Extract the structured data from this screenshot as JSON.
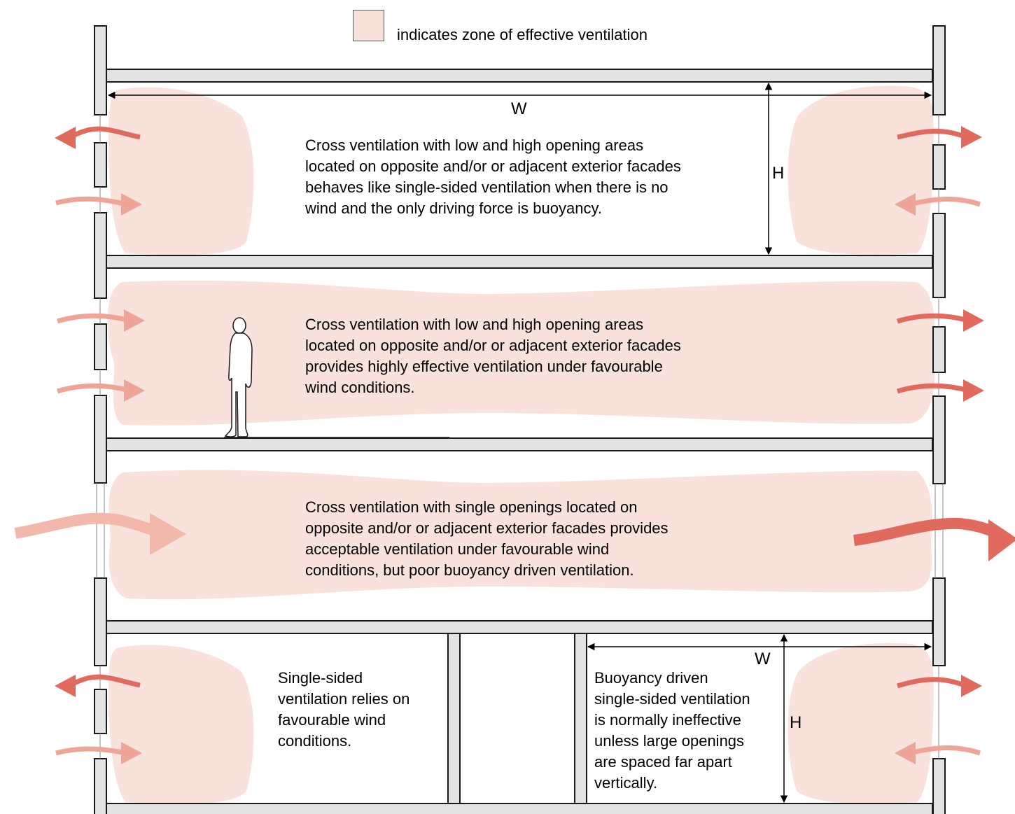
{
  "legend": {
    "swatch_color": "#f9e1dc",
    "label": "indicates zone of effective ventilation"
  },
  "colors": {
    "zone_fill": "#f9e1dc",
    "structure_fill": "#e3e3e3",
    "outflow_arrow": "#e06a5e",
    "inflow_arrow": "#eea496",
    "light_inflow_arrow": "#f3b8ac"
  },
  "floors": [
    {
      "description": "Cross ventilation with low and high opening areas\nlocated on opposite and/or or adjacent exterior facades\nbehaves like single-sided ventilation when there is no\nwind and the only driving force is buoyancy.",
      "dim_width": "W",
      "dim_height": "H"
    },
    {
      "description": "Cross ventilation with low and high opening areas\nlocated on opposite and/or or adjacent exterior facades\nprovides highly effective ventilation under favourable\nwind conditions."
    },
    {
      "description": "Cross ventilation with single openings located on\nopposite and/or or adjacent exterior facades provides\nacceptable ventilation under favourable wind\nconditions, but poor buoyancy driven ventilation."
    },
    {
      "left_description": "Single-sided\nventilation relies on\nfavourable wind\nconditions.",
      "right_description": "Buoyancy driven\nsingle-sided ventilation\nis normally ineffective\nunless large openings\nare spaced far apart\nvertically.",
      "dim_width": "W",
      "dim_height": "H"
    }
  ]
}
